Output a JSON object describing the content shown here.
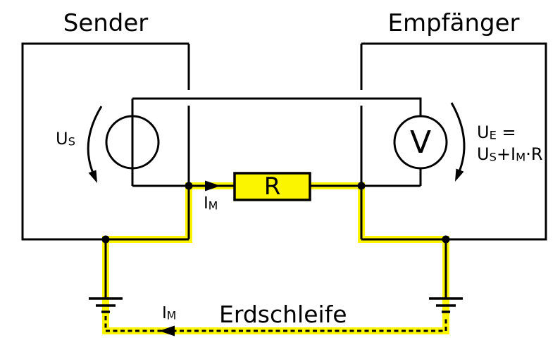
{
  "diagram": {
    "sender_title": "Sender",
    "empfaenger_title": "Empfänger",
    "resistor_label": "R",
    "voltmeter_label": "V",
    "erdschleife_label": "Erdschleife",
    "us_label": {
      "base": "U",
      "sub": "S"
    },
    "ue_label": {
      "line1_base": "U",
      "line1_sub": "E",
      "line1_rest": " =",
      "line2_p1": "U",
      "line2_s1": "S",
      "line2_p2": "+I",
      "line2_s2": "M",
      "line2_p3": "·R"
    },
    "im_label_mid": {
      "base": "I",
      "sub": "M"
    },
    "im_label_bottom": {
      "base": "I",
      "sub": "M"
    },
    "colors": {
      "wire": "#000000",
      "current_highlight": "#fcf500",
      "resistor_fill": "#fcf500",
      "background": "#ffffff"
    }
  }
}
